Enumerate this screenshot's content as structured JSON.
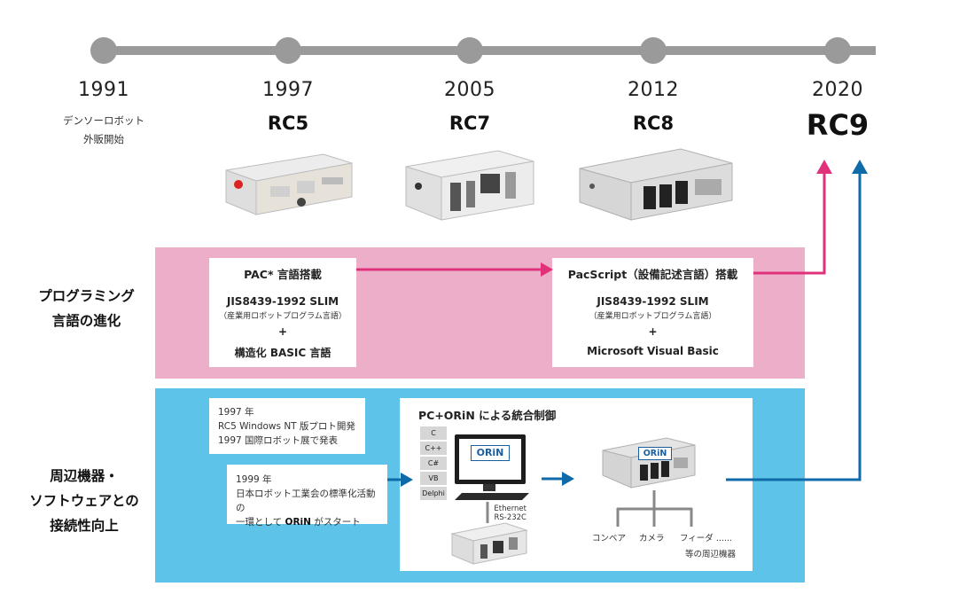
{
  "timeline": {
    "years": [
      "1991",
      "1997",
      "2005",
      "2012",
      "2020"
    ],
    "models": [
      "",
      "RC5",
      "RC7",
      "RC8",
      "RC9"
    ],
    "note_1991": [
      "デンソーロボット",
      "外販開始"
    ]
  },
  "programming": {
    "label": [
      "プログラミング",
      "言語の進化"
    ],
    "left_box": {
      "title": "PAC* 言語搭載",
      "line1": "JIS8439-1992 SLIM",
      "line1_sub": "（産業用ロボットプログラム言語）",
      "plus": "+",
      "line2": "構造化 BASIC 言語"
    },
    "right_box": {
      "title": "PacScript（設備記述言語）搭載",
      "line1": "JIS8439-1992 SLIM",
      "line1_sub": "（産業用ロボットプログラム言語）",
      "plus": "+",
      "line2": "Microsoft Visual Basic"
    }
  },
  "peripheral": {
    "label": [
      "周辺機器・",
      "ソフトウェアとの",
      "接続性向上"
    ],
    "note1": [
      "1997 年",
      "RC5 Windows NT 版プロト開発",
      "1997 国際ロボット展で発表"
    ],
    "note2": [
      "1999 年",
      "日本ロボット工業会の標準化活動の",
      "一環として ORiN がスタート"
    ],
    "note2_bold": "ORiN",
    "integration_title": "PC+ORiN による統合制御",
    "languages": [
      "C",
      "C++",
      "C#",
      "VB",
      "Delphi"
    ],
    "orin_logo": "ORiN",
    "connection": [
      "Ethernet",
      "RS-232C"
    ],
    "devices": [
      "コンベア",
      "カメラ",
      "フィーダ ......"
    ],
    "devices_note": "等の周辺機器"
  },
  "colors": {
    "pink_band": "#ecaec8",
    "blue_band": "#5ec3e8",
    "pink_arrow": "#e0327a",
    "blue_arrow": "#0f6aa8",
    "timeline": "#9a9a9a"
  }
}
